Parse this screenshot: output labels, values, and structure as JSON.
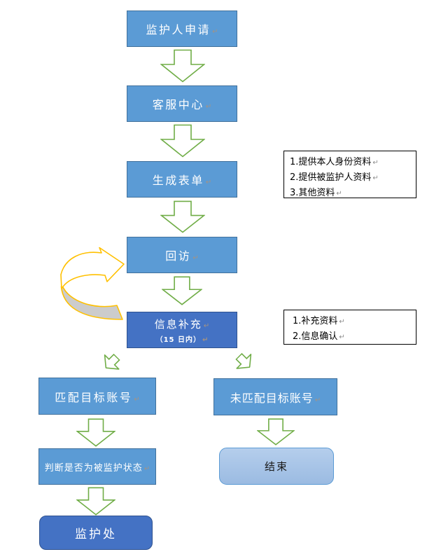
{
  "glyphs": {
    "return_mark": "↵"
  },
  "palette": {
    "box_blue": "#5B9BD5",
    "box_blue_border": "#41719C",
    "box_dark_blue": "#4472C4",
    "box_dark_blue_border": "#2F528F",
    "box_light_blue": "#A9C6E8",
    "arrow_green": "#70AD47",
    "curve_gold": "#FFC000",
    "curve_gray": "#CCCCCC"
  },
  "flow": {
    "boxes": [
      {
        "id": "guardian-apply",
        "label": "监护人申请"
      },
      {
        "id": "service-center",
        "label": "客服中心"
      },
      {
        "id": "generate-form",
        "label": "生成表单"
      },
      {
        "id": "follow-up-visit",
        "label": "回访"
      },
      {
        "id": "info-supplement",
        "label": "信息补充",
        "sublabel": "（15 日内）"
      },
      {
        "id": "matched-account",
        "label": "匹配目标账号"
      },
      {
        "id": "unmatched-account",
        "label": "未匹配目标账号"
      },
      {
        "id": "judge-guardianship",
        "label": "判断是否为被监护状态"
      },
      {
        "id": "guardianship-office",
        "label": "监护处"
      },
      {
        "id": "end",
        "label": "结束"
      }
    ],
    "notes": [
      {
        "id": "note-form-materials",
        "lines": [
          "1.提供本人身份资料",
          "2.提供被监护人资料",
          "3.其他资料"
        ]
      },
      {
        "id": "note-supplement",
        "lines": [
          "1.补充资料",
          "2.信息确认"
        ]
      }
    ]
  }
}
